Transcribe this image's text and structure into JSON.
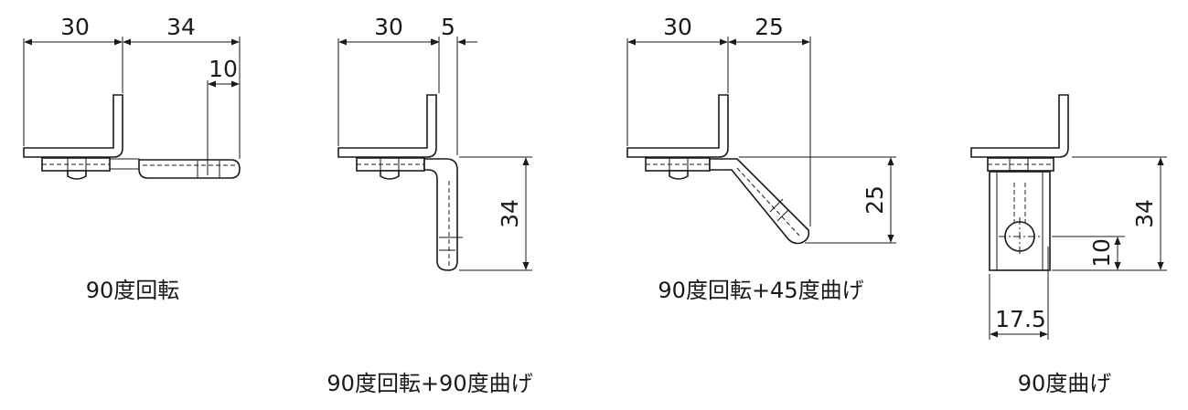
{
  "figures": [
    {
      "caption": "90度回転",
      "dims": [
        "30",
        "34",
        "10"
      ]
    },
    {
      "caption": "90度回転+90度曲げ",
      "dims": [
        "30",
        "5",
        "34"
      ]
    },
    {
      "caption": "90度回転+45度曲げ",
      "dims": [
        "30",
        "25",
        "25"
      ]
    },
    {
      "caption": "90度曲げ",
      "dims": [
        "34",
        "10",
        "17.5"
      ]
    }
  ],
  "colors": {
    "line": "#1a1a1a",
    "background": "#ffffff"
  }
}
